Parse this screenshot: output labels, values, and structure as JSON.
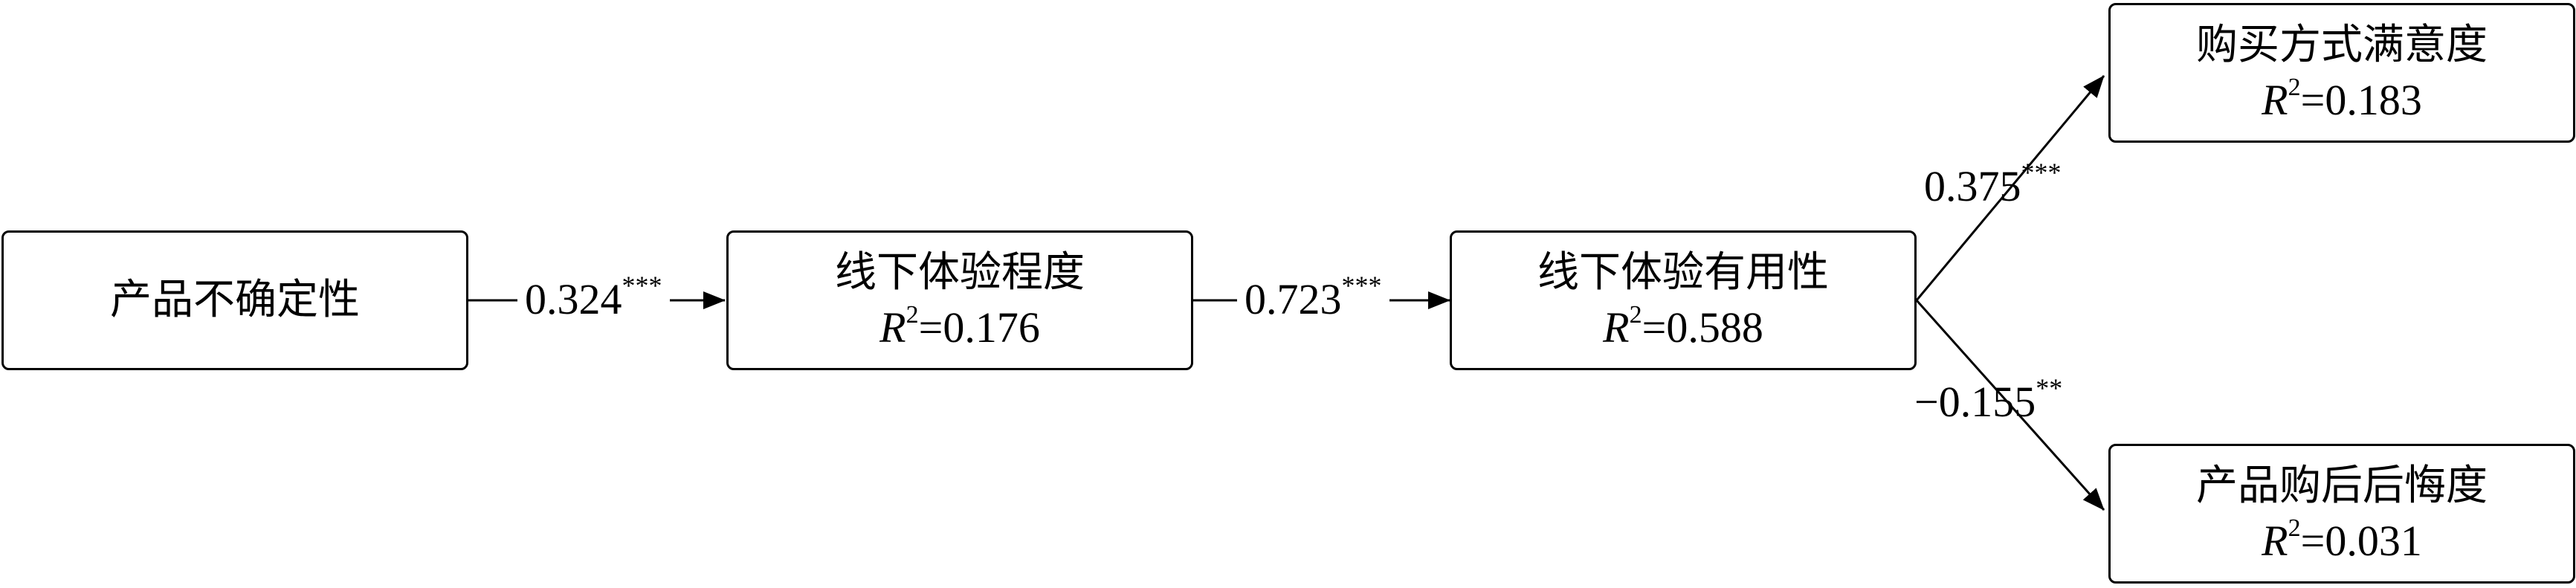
{
  "nodes": {
    "product_uncertainty": {
      "label": "产品不确定性"
    },
    "offline_experience_degree": {
      "label": "线下体验程度",
      "r2_symbol": "R",
      "r2_exp": "2",
      "r2_value": "=0.176"
    },
    "offline_experience_usefulness": {
      "label": "线下体验有用性",
      "r2_symbol": "R",
      "r2_exp": "2",
      "r2_value": "=0.588"
    },
    "purchase_method_satisfaction": {
      "label": "购买方式满意度",
      "r2_symbol": "R",
      "r2_exp": "2",
      "r2_value": "=0.183"
    },
    "post_purchase_regret": {
      "label": "产品购后后悔度",
      "r2_symbol": "R",
      "r2_exp": "2",
      "r2_value": "=0.031"
    }
  },
  "edges": {
    "e1": {
      "value": "0.324",
      "stars": "***"
    },
    "e2": {
      "value": "0.723",
      "stars": "***"
    },
    "e3": {
      "value": "0.375",
      "stars": "***"
    },
    "e4": {
      "value": "−0.155",
      "stars": "**"
    }
  }
}
